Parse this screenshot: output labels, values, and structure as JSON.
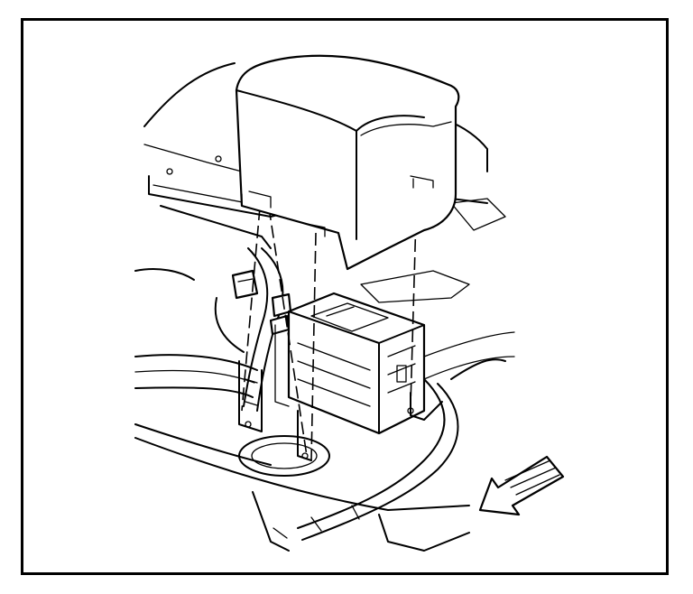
{
  "figure": {
    "type": "technical-line-illustration",
    "components": [
      "cover",
      "module",
      "mounting-bracket",
      "wiring-harness",
      "harness-connector",
      "floor-panel",
      "wheel-well-opening",
      "fastener"
    ],
    "arrow": {
      "icon": "front-direction-arrow-icon",
      "direction": "down-left"
    }
  },
  "colors": {
    "line": "#000000",
    "background": "#ffffff"
  }
}
